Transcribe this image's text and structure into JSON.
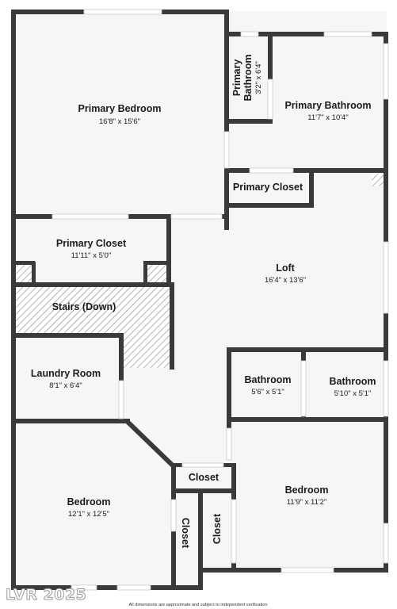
{
  "rooms": {
    "primary_bedroom": {
      "name": "Primary Bedroom",
      "dims": "16'8\" x 15'6\""
    },
    "primary_bath_small": {
      "name1": "Primary",
      "name2": "Bathroom",
      "dims": "3'2\" x 6'4\""
    },
    "primary_bathroom": {
      "name": "Primary Bathroom",
      "dims": "11'7\" x 10'4\""
    },
    "primary_closet_top": {
      "name": "Primary Closet"
    },
    "primary_closet_left": {
      "name": "Primary Closet",
      "dims": "11'11\" x 5'0\""
    },
    "loft": {
      "name": "Loft",
      "dims": "16'4\" x 13'6\""
    },
    "stairs": {
      "name": "Stairs (Down)"
    },
    "laundry": {
      "name": "Laundry Room",
      "dims": "8'1\" x 6'4\""
    },
    "bathroom_1": {
      "name": "Bathroom",
      "dims": "5'6\" x 5'1\""
    },
    "bathroom_2": {
      "name": "Bathroom",
      "dims": "5'10\" x 5'1\""
    },
    "bedroom_left": {
      "name": "Bedroom",
      "dims": "12'1\" x 12'5\""
    },
    "bedroom_right": {
      "name": "Bedroom",
      "dims": "11'9\" x 11'2\""
    },
    "closet_h": {
      "name": "Closet"
    },
    "closet_v1": {
      "name": "Closet"
    },
    "closet_v2": {
      "name": "Closet"
    }
  },
  "footer": {
    "note": "All dimensions are approximate and subject to independent verification"
  },
  "watermark": {
    "text": "LVR 2025"
  },
  "colors": {
    "wall": "#3a3a3a",
    "floor": "#f6f6f6",
    "hatch": "#7a7a7a"
  }
}
